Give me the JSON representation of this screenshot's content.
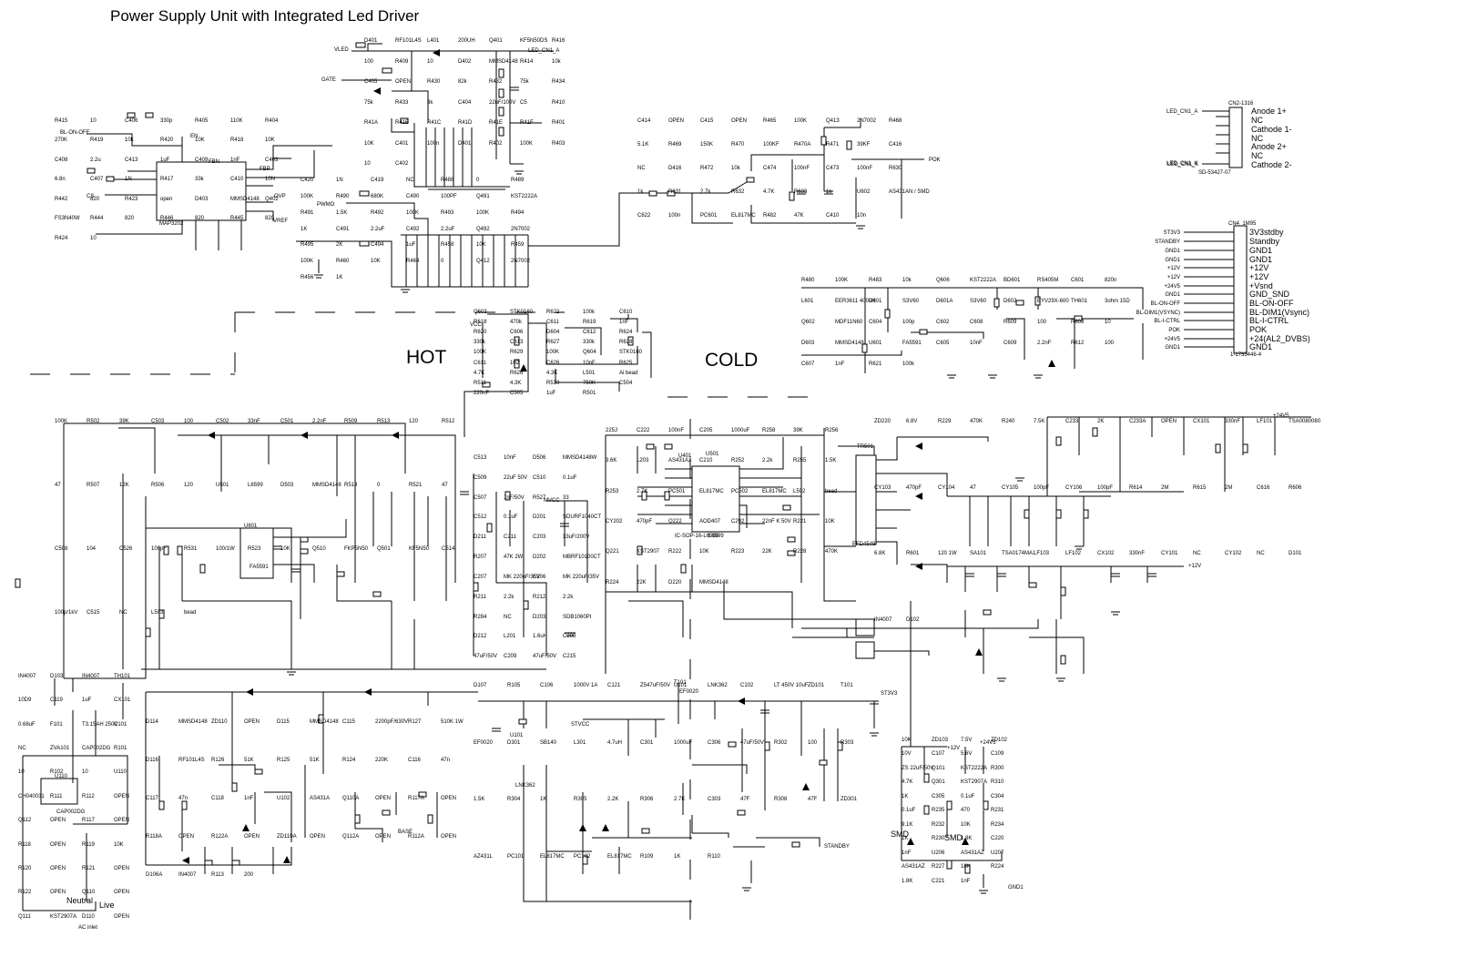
{
  "title": "Power Supply Unit with Integrated Led Driver",
  "zones": {
    "hot": "HOT",
    "cold": "COLD"
  },
  "con1": {
    "name": "CN2-1316",
    "part": "SD-53427-07",
    "pins": [
      "Anode 1+",
      "NC",
      "Cathode 1-",
      "NC",
      "Anode 2+",
      "NC",
      "Cathode 2-"
    ],
    "nets": [
      "LED_CN1_A",
      "LED_CN1_K"
    ]
  },
  "con2": {
    "name": "CN4_1M95",
    "part": "1-1735446-4",
    "pins": [
      "3V3stdby",
      "Standby",
      "GND1",
      "GND1",
      "+12V",
      "+12V",
      "+Vsnd",
      "GND_SND",
      "BL-ON-OFF",
      "BL-DIM1(Vsync)",
      "BL-I-CTRL",
      "POK",
      "+24(AL2_DVBS)",
      "GND1"
    ],
    "nets": [
      "ST3V3",
      "STANDBY",
      "GND1",
      "GND1",
      "+12V",
      "+12V",
      "+24V5",
      "GND1",
      "BL-ON-OFF",
      "BL-DIM1(VSYNC)",
      "BL-I-CTRL",
      "POK",
      "+24V5",
      "GND1"
    ]
  },
  "nets": [
    "VLED",
    "LED_CN1_A",
    "LED_CN1_K",
    "GATE",
    "BL-ON-OFF",
    "EN",
    "FBN",
    "FBP",
    "OVP",
    "VREF",
    "PWMO",
    "CS",
    "POK",
    "VCC",
    "MVCC",
    "STVCC",
    "+24V5",
    "+12V",
    "ST3V3",
    "STANDBY",
    "BASE",
    "Neutral",
    "Live",
    "GND1",
    "AC inlet",
    "+12V",
    "+24V5",
    "SMD",
    "SMD"
  ],
  "ics": [
    "U401",
    "MAP3202",
    "U501",
    "L6599",
    "IC-SOP-16-L6599",
    "U601",
    "FA5591",
    "U101",
    "LNK362",
    "TR501",
    "EFD4549",
    "T101",
    "EF0020",
    "U110",
    "CAP002DG"
  ],
  "refs": [
    "D401",
    "RF101L4S",
    "L401",
    "200UH",
    "Q401",
    "KF5N50DS",
    "R416",
    "100",
    "R409",
    "10",
    "D402",
    "MMSD4148",
    "R414",
    "10k",
    "C405",
    "OPEN",
    "R430",
    "82k",
    "R432",
    "75k",
    "R434",
    "75k",
    "R433",
    "3k",
    "C404",
    "22uF/100V",
    "C5",
    "R410",
    "R41A",
    "R41B",
    "R41C",
    "R41D",
    "R41E",
    "R41F",
    "R401",
    "10K",
    "C401",
    "100n",
    "D401",
    "R402",
    "100K",
    "R403",
    "10",
    "C402",
    "R415",
    "10",
    "C406",
    "330p",
    "R405",
    "110K",
    "R404",
    "270K",
    "R419",
    "10k",
    "R420",
    "10K",
    "R418",
    "10K",
    "C408",
    "2.2u",
    "C413",
    "1uF",
    "C409",
    "1nF",
    "C403",
    "6.8n",
    "C407",
    "1N",
    "R417",
    "33k",
    "C410",
    "10N",
    "R442",
    "820",
    "R423",
    "open",
    "D403",
    "MMSD4148",
    "Q402",
    "FS3N40W",
    "R444",
    "820",
    "R446",
    "820",
    "R445",
    "820",
    "R424",
    "10",
    "C420",
    "1N",
    "C419",
    "NC",
    "R488",
    "0",
    "R489",
    "100K",
    "R490",
    "680K",
    "C490",
    "100PF",
    "Q491",
    "KST2222A",
    "R491",
    "1.5K",
    "R492",
    "100K",
    "R493",
    "100K",
    "R494",
    "1K",
    "C491",
    "2.2uF",
    "C492",
    "2.2uF",
    "Q492",
    "2N7002",
    "R495",
    "2K",
    "C494",
    "1uF",
    "R458",
    "10K",
    "R459",
    "100K",
    "R460",
    "10K",
    "R464",
    "0",
    "Q412",
    "2N7002",
    "R456",
    "1K",
    "C414",
    "OPEN",
    "C415",
    "OPEN",
    "R465",
    "100K",
    "Q413",
    "2N7002",
    "R468",
    "5.1K",
    "R469",
    "150K",
    "R470",
    "100KF",
    "R470A",
    "R471",
    "39KF",
    "C416",
    "NC",
    "D416",
    "R472",
    "10k",
    "C474",
    "100nF",
    "C473",
    "100nF",
    "R630",
    "1k",
    "R631",
    "2.7k",
    "R632",
    "4.7K",
    "R633",
    "1k",
    "U602",
    "AS431AN / SMD",
    "C622",
    "100n",
    "PC601",
    "EL817MC",
    "R482",
    "47K",
    "C410",
    "10n",
    "R480",
    "100K",
    "R483",
    "10k",
    "Q606",
    "KST2222A",
    "BD601",
    "RS405M",
    "C601",
    "820n",
    "L601",
    "EER3611 400uH",
    "D601",
    "S3V60",
    "D601A",
    "S3V60",
    "D602",
    "BYV29X-600",
    "TH601",
    "3ohm 15D",
    "Q602",
    "MDF11N60",
    "C604",
    "100p",
    "C602",
    "C608",
    "R609",
    "100",
    "R608",
    "10",
    "D603",
    "MMSD4148",
    "U601",
    "FA5591",
    "C605",
    "10nF",
    "C609",
    "2.2nF",
    "R612",
    "100",
    "C607",
    "1nF",
    "R621",
    "100k",
    "Q603",
    "STK0160",
    "R622",
    "100k",
    "C610",
    "R618",
    "470k",
    "C611",
    "R619",
    "1nF",
    "R620",
    "C606",
    "D604",
    "C612",
    "R624",
    "330k",
    "C613",
    "R627",
    "330k",
    "R628",
    "100K",
    "R629",
    "100K",
    "Q604",
    "STK0160",
    "C611",
    "102",
    "C626",
    "10nF",
    "R625",
    "4.7K",
    "R626",
    "4.3K",
    "L501",
    "Ai bead",
    "R511",
    "4.3K",
    "R510",
    "750K",
    "C504",
    "220nF",
    "C505",
    "1uF",
    "R501",
    "100K",
    "R502",
    "39K",
    "C503",
    "100",
    "C502",
    "33nF",
    "C501",
    "2.2nF",
    "R509",
    "R513",
    "120",
    "R512",
    "47",
    "R507",
    "12K",
    "R506",
    "120",
    "U501",
    "L6599",
    "D503",
    "MMSD4148",
    "R518",
    "0",
    "R521",
    "47",
    "C508",
    "104",
    "C526",
    "100pF",
    "R531",
    "100/1W",
    "R523",
    "10K",
    "Q510",
    "FKP5N50",
    "Q501",
    "KF5N50",
    "C514",
    "100p/1kV",
    "C515",
    "NC",
    "L503",
    "bead",
    "C513",
    "10nF",
    "D506",
    "MMSD4148W",
    "C509",
    "22uF 50V",
    "C510",
    "0.1uF",
    "C507",
    "1nF/50V",
    "R527",
    "33",
    "C512",
    "0.1uF",
    "D201",
    "SDURF1040CT",
    "D211",
    "C211",
    "C203",
    "33uF/200V",
    "R207",
    "47K 2W",
    "D202",
    "MBRF10100CT",
    "C207",
    "MK 220uF/35V",
    "C206",
    "MK 220uF/35V",
    "R211",
    "2.2k",
    "R212",
    "2.2k",
    "R284",
    "NC",
    "D203",
    "SDB1060PI",
    "D212",
    "L201",
    "1.6uH",
    "C208",
    "47uF/50V",
    "C209",
    "47uF/50V",
    "C215",
    "225J",
    "C222",
    "100nF",
    "C205",
    "1000uF",
    "R258",
    "39K",
    "R256",
    "3.6K",
    "L203",
    "AS431A2",
    "C210",
    "R252",
    "2.2k",
    "R255",
    "1.5K",
    "R253",
    "2.7K",
    "PC501",
    "EL817MC",
    "PC502",
    "EL817MC",
    "L502",
    "bead",
    "CY202",
    "470pF",
    "Q222",
    "AOD407",
    "C292",
    "22nF K 50V",
    "R221",
    "10K",
    "Q221",
    "KST2907",
    "R222",
    "10K",
    "R223",
    "22K",
    "R228",
    "470K",
    "R224",
    "22K",
    "D220",
    "MMSD4148",
    "ZD220",
    "6.8V",
    "R229",
    "470K",
    "R240",
    "7.5K",
    "C233",
    "2K",
    "C233A",
    "OPEN",
    "CX101",
    "330nF",
    "LF101",
    "TSA0080080",
    "CY103",
    "470pF",
    "CY104",
    "47",
    "CY105",
    "100pF",
    "CY106",
    "100pF",
    "R614",
    "2M",
    "R615",
    "2M",
    "C616",
    "R606",
    "6.8K",
    "R601",
    "120 1W",
    "SA101",
    "TSA0174MA1",
    "LF103",
    "LF102",
    "CX102",
    "330nF",
    "CY101",
    "NC",
    "CY102",
    "NC",
    "D101",
    "IN4007",
    "D102",
    "IN4007",
    "D103",
    "IN4007",
    "TH101",
    "10D9",
    "C119",
    "1uF",
    "CX101",
    "0.68uF",
    "F101",
    "T3.15AH 250V",
    "C101",
    "NC",
    "ZVA101",
    "CAP002DG",
    "R101",
    "10",
    "R102",
    "10",
    "U110",
    "CH040031",
    "R111",
    "R112",
    "OPEN",
    "Q112",
    "OPEN",
    "R117",
    "OPEN",
    "R118",
    "OPEN",
    "R119",
    "10K",
    "R120",
    "OPEN",
    "R121",
    "OPEN",
    "R122",
    "OPEN",
    "Q110",
    "OPEN",
    "Q111",
    "KST2907A",
    "D110",
    "OPEN",
    "D114",
    "MMSD4148",
    "ZD110",
    "OPEN",
    "D115",
    "MMSD4148",
    "C115",
    "2200pF/630V",
    "R127",
    "510K 1W",
    "D116",
    "RF101L4S",
    "R126",
    "51K",
    "R125",
    "51K",
    "R124",
    "220K",
    "C116",
    "47n",
    "C117",
    "47n",
    "C118",
    "1nF",
    "U102",
    "AS431A",
    "Q110A",
    "OPEN",
    "R117A",
    "OPEN",
    "R118A",
    "OPEN",
    "R122A",
    "OPEN",
    "ZD110A",
    "OPEN",
    "Q112A",
    "OPEN",
    "R112A",
    "OPEN",
    "D106A",
    "IN4007",
    "R113",
    "200",
    "D107",
    "R105",
    "C106",
    "1000V 1A",
    "C121",
    "Z547uF/50V",
    "U101",
    "LNK362",
    "C102",
    "LT 450V 10uF",
    "ZD101",
    "T101",
    "EF0020",
    "D301",
    "SB140",
    "L301",
    "4.7uH",
    "C301",
    "1000uF",
    "C306",
    "47uF/50V",
    "R302",
    "100",
    "R303",
    "1.5K",
    "R304",
    "1K",
    "R305",
    "2.2K",
    "R306",
    "2.7K",
    "C303",
    "47F",
    "R308",
    "47F",
    "ZD301",
    "AZ431L",
    "PC101",
    "EL817MC",
    "PC102",
    "EL817MC",
    "R109",
    "1K",
    "R110",
    "10K",
    "ZD103",
    "7.5V",
    "ZD102",
    "10V",
    "C107",
    "5.6V",
    "C109",
    "ZS 22uF/50V",
    "Q101",
    "KST2222A",
    "R300",
    "4.7K",
    "Q301",
    "KST2907A",
    "R310",
    "1K",
    "C305",
    "0.1uF",
    "C304",
    "0.1uF",
    "R235",
    "470",
    "R231",
    "9.1K",
    "R232",
    "10K",
    "R234",
    "1K",
    "R230",
    "1.8K",
    "C220",
    "1nF",
    "U206",
    "AS431AZ",
    "U207",
    "AS431AZ",
    "R227",
    "18K",
    "R224",
    "1.8K",
    "C221",
    "1nF"
  ]
}
